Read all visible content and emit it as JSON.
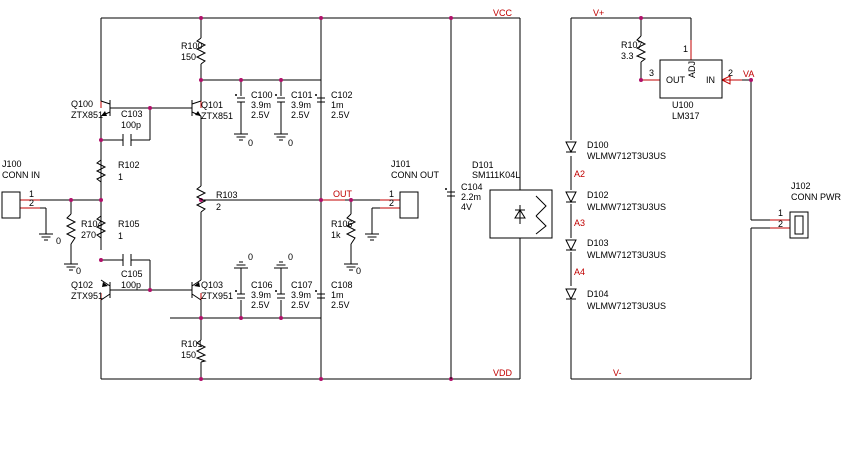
{
  "nets": {
    "vcc": "VCC",
    "vdd": "VDD",
    "out": "OUT",
    "vplus": "V+",
    "vminus": "V-",
    "va": "VA",
    "a2": "A2",
    "a3": "A3",
    "a4": "A4"
  },
  "components": {
    "j100": {
      "ref": "J100",
      "value": "CONN IN",
      "pin1": "1",
      "pin2": "2"
    },
    "j101": {
      "ref": "J101",
      "value": "CONN OUT",
      "pin1": "1",
      "pin2": "2"
    },
    "j102": {
      "ref": "J102",
      "value": "CONN PWR",
      "pin1": "1",
      "pin2": "2"
    },
    "q100": {
      "ref": "Q100",
      "value": "ZTX851"
    },
    "q101": {
      "ref": "Q101",
      "value": "ZTX851"
    },
    "q102": {
      "ref": "Q102",
      "value": "ZTX951"
    },
    "q103": {
      "ref": "Q103",
      "value": "ZTX951"
    },
    "r100": {
      "ref": "R100",
      "value": "150"
    },
    "r101": {
      "ref": "R101",
      "value": "150"
    },
    "r102": {
      "ref": "R102",
      "value": "1"
    },
    "r103": {
      "ref": "R103",
      "value": "2"
    },
    "r104": {
      "ref": "R104",
      "value": "270"
    },
    "r105": {
      "ref": "R105",
      "value": "1"
    },
    "r106": {
      "ref": "R106",
      "value": "1k"
    },
    "r107": {
      "ref": "R107",
      "value": "3.3"
    },
    "c100": {
      "ref": "C100",
      "value": "3.9m",
      "voltage": "2.5V"
    },
    "c101": {
      "ref": "C101",
      "value": "3.9m",
      "voltage": "2.5V"
    },
    "c102": {
      "ref": "C102",
      "value": "1m",
      "voltage": "2.5V"
    },
    "c103": {
      "ref": "C103",
      "value": "100p"
    },
    "c104": {
      "ref": "C104",
      "value": "2.2m",
      "voltage": "4V"
    },
    "c105": {
      "ref": "C105",
      "value": "100p"
    },
    "c106": {
      "ref": "C106",
      "value": "3.9m",
      "voltage": "2.5V"
    },
    "c107": {
      "ref": "C107",
      "value": "3.9m",
      "voltage": "2.5V"
    },
    "c108": {
      "ref": "C108",
      "value": "1m",
      "voltage": "2.5V"
    },
    "d100": {
      "ref": "D100",
      "value": "WLMW712T3U3US"
    },
    "d101": {
      "ref": "D101",
      "value": "SM111K04L"
    },
    "d102": {
      "ref": "D102",
      "value": "WLMW712T3U3US"
    },
    "d103": {
      "ref": "D103",
      "value": "WLMW712T3U3US"
    },
    "d104": {
      "ref": "D104",
      "value": "WLMW712T3U3US"
    },
    "u100": {
      "ref": "U100",
      "value": "LM317",
      "pin_out": "OUT",
      "pin_in": "IN",
      "pin_adj": "ADJ",
      "pin1": "1",
      "pin2": "2",
      "pin3": "3"
    }
  },
  "ground_labels": [
    "0",
    "0",
    "0",
    "0",
    "0",
    "0",
    "0"
  ]
}
